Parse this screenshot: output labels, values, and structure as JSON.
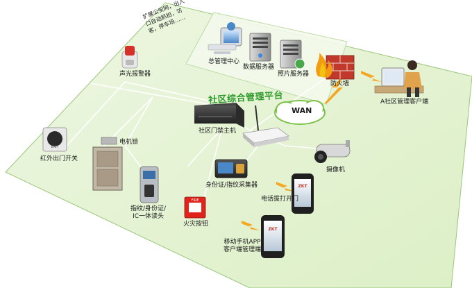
{
  "platform_title": "社区综合管理平台",
  "integration_note_lines": [
    "扩展公安网，出入",
    "口自动抓拍，访",
    "客，停车场……"
  ],
  "wan_label": "WAN",
  "labels": {
    "mgmt_center": "总管理中心",
    "db_server": "数据服务器",
    "photo_server": "照片服务器",
    "firewall": "防火墙",
    "client_a": "A社区管理客户端",
    "alarm": "声光报警器",
    "controller": "社区门禁主机",
    "camera": "摄像机",
    "exit_switch": "红外出门开关",
    "electric_lock": "电机锁",
    "reader_line1": "指纹/身份证/",
    "reader_line2": "IC一体读头",
    "id_collector": "身份证/指纹采集器",
    "phone_unlock": "电话拔打开门",
    "fire_button": "火灾按钮",
    "mobile_app_line1": "移动手机APP",
    "mobile_app_line2": "客户端管理端"
  },
  "device_text": {
    "exit_button": "EXIT",
    "phone_brand": "ZKT",
    "fire_sign": "FIRE"
  },
  "colors": {
    "platform_fill": "#e4f2d0",
    "platform_edge": "#9ac77a",
    "title_green": "#2e9a2a",
    "lightning": "#f5a623"
  }
}
